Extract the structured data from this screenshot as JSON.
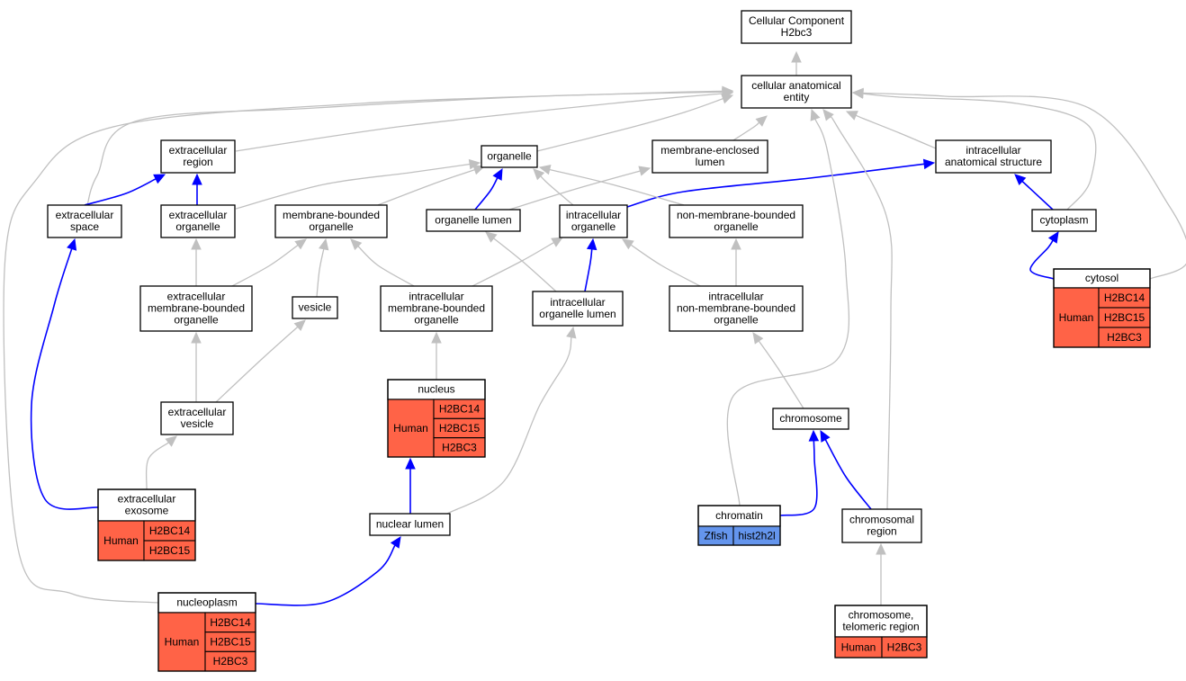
{
  "colors": {
    "human": "#ff6347",
    "zfish": "#6495ed",
    "is_a_edge": "#c0c0c0",
    "part_of_edge": "#0000ff"
  },
  "nodes": {
    "root": {
      "lines": [
        "Cellular Component",
        "H2bc3"
      ]
    },
    "cae": {
      "lines": [
        "cellular anatomical",
        "entity"
      ]
    },
    "ecregion": {
      "lines": [
        "extracellular",
        "region"
      ]
    },
    "organelle": {
      "lines": [
        "organelle"
      ]
    },
    "mel": {
      "lines": [
        "membrane-enclosed",
        "lumen"
      ]
    },
    "ias": {
      "lines": [
        "intracellular",
        "anatomical structure"
      ]
    },
    "ecspace": {
      "lines": [
        "extracellular",
        "space"
      ]
    },
    "ecorg": {
      "lines": [
        "extracellular",
        "organelle"
      ]
    },
    "mbo": {
      "lines": [
        "membrane-bounded",
        "organelle"
      ]
    },
    "orglumen": {
      "lines": [
        "organelle lumen"
      ]
    },
    "ico": {
      "lines": [
        "intracellular",
        "organelle"
      ]
    },
    "nmbo": {
      "lines": [
        "non-membrane-bounded",
        "organelle"
      ]
    },
    "cytoplasm": {
      "lines": [
        "cytoplasm"
      ]
    },
    "ecmbo": {
      "lines": [
        "extracellular",
        "membrane-bounded",
        "organelle"
      ]
    },
    "vesicle": {
      "lines": [
        "vesicle"
      ]
    },
    "icmbo": {
      "lines": [
        "intracellular",
        "membrane-bounded",
        "organelle"
      ]
    },
    "icol": {
      "lines": [
        "intracellular",
        "organelle lumen"
      ]
    },
    "icnmbo": {
      "lines": [
        "intracellular",
        "non-membrane-bounded",
        "organelle"
      ]
    },
    "ecvesicle": {
      "lines": [
        "extracellular",
        "vesicle"
      ]
    },
    "chromosome": {
      "lines": [
        "chromosome"
      ]
    },
    "nuclearlumen": {
      "lines": [
        "nuclear lumen"
      ]
    },
    "chromregion": {
      "lines": [
        "chromosomal",
        "region"
      ]
    },
    "cytosol": {
      "title": [
        "cytosol"
      ],
      "species": "Human",
      "genes": [
        "H2BC14",
        "H2BC15",
        "H2BC3"
      ]
    },
    "nucleus": {
      "title": [
        "nucleus"
      ],
      "species": "Human",
      "genes": [
        "H2BC14",
        "H2BC15",
        "H2BC3"
      ]
    },
    "exosome": {
      "title": [
        "extracellular",
        "exosome"
      ],
      "species": "Human",
      "genes": [
        "H2BC14",
        "H2BC15"
      ]
    },
    "nucleoplasm": {
      "title": [
        "nucleoplasm"
      ],
      "species": "Human",
      "genes": [
        "H2BC14",
        "H2BC15",
        "H2BC3"
      ]
    },
    "chromatin": {
      "title": [
        "chromatin"
      ],
      "species": "Zfish",
      "genes": [
        "hist2h2l"
      ]
    },
    "telomeric": {
      "title": [
        "chromosome,",
        "telomeric region"
      ],
      "species": "Human",
      "genes": [
        "H2BC3"
      ]
    }
  },
  "edges": [
    {
      "from": "cae",
      "to": "root",
      "type": "is_a"
    },
    {
      "from": "ecregion",
      "to": "cae",
      "type": "is_a"
    },
    {
      "from": "organelle",
      "to": "cae",
      "type": "is_a"
    },
    {
      "from": "mel",
      "to": "cae",
      "type": "is_a"
    },
    {
      "from": "ias",
      "to": "cae",
      "type": "is_a"
    },
    {
      "from": "ecspace",
      "to": "cae",
      "type": "is_a"
    },
    {
      "from": "ecspace",
      "to": "ecregion",
      "type": "part_of"
    },
    {
      "from": "ecorg",
      "to": "ecregion",
      "type": "part_of"
    },
    {
      "from": "ecorg",
      "to": "organelle",
      "type": "is_a"
    },
    {
      "from": "mbo",
      "to": "organelle",
      "type": "is_a"
    },
    {
      "from": "orglumen",
      "to": "organelle",
      "type": "part_of"
    },
    {
      "from": "orglumen",
      "to": "mel",
      "type": "is_a"
    },
    {
      "from": "ico",
      "to": "organelle",
      "type": "is_a"
    },
    {
      "from": "ico",
      "to": "ias",
      "type": "part_of"
    },
    {
      "from": "nmbo",
      "to": "organelle",
      "type": "is_a"
    },
    {
      "from": "cytoplasm",
      "to": "ias",
      "type": "part_of"
    },
    {
      "from": "cytoplasm",
      "to": "cae",
      "type": "is_a"
    },
    {
      "from": "cytosol",
      "to": "cytoplasm",
      "type": "part_of"
    },
    {
      "from": "cytosol",
      "to": "cae",
      "type": "is_a"
    },
    {
      "from": "ecmbo",
      "to": "ecorg",
      "type": "is_a"
    },
    {
      "from": "ecmbo",
      "to": "mbo",
      "type": "is_a"
    },
    {
      "from": "vesicle",
      "to": "mbo",
      "type": "is_a"
    },
    {
      "from": "icmbo",
      "to": "mbo",
      "type": "is_a"
    },
    {
      "from": "icmbo",
      "to": "ico",
      "type": "is_a"
    },
    {
      "from": "icol",
      "to": "orglumen",
      "type": "is_a"
    },
    {
      "from": "icol",
      "to": "ico",
      "type": "part_of"
    },
    {
      "from": "icnmbo",
      "to": "ico",
      "type": "is_a"
    },
    {
      "from": "icnmbo",
      "to": "nmbo",
      "type": "is_a"
    },
    {
      "from": "ecvesicle",
      "to": "ecmbo",
      "type": "is_a"
    },
    {
      "from": "ecvesicle",
      "to": "vesicle",
      "type": "is_a"
    },
    {
      "from": "nucleus",
      "to": "icmbo",
      "type": "is_a"
    },
    {
      "from": "chromosome",
      "to": "icnmbo",
      "type": "is_a"
    },
    {
      "from": "exosome",
      "to": "ecvesicle",
      "type": "is_a"
    },
    {
      "from": "exosome",
      "to": "ecspace",
      "type": "part_of"
    },
    {
      "from": "nuclearlumen",
      "to": "nucleus",
      "type": "part_of"
    },
    {
      "from": "nuclearlumen",
      "to": "icol",
      "type": "is_a"
    },
    {
      "from": "nucleoplasm",
      "to": "nuclearlumen",
      "type": "part_of"
    },
    {
      "from": "nucleoplasm",
      "to": "cae",
      "type": "is_a"
    },
    {
      "from": "chromatin",
      "to": "chromosome",
      "type": "part_of"
    },
    {
      "from": "chromatin",
      "to": "cae",
      "type": "is_a"
    },
    {
      "from": "chromregion",
      "to": "chromosome",
      "type": "part_of"
    },
    {
      "from": "chromregion",
      "to": "cae",
      "type": "is_a"
    },
    {
      "from": "telomeric",
      "to": "chromregion",
      "type": "is_a"
    }
  ]
}
